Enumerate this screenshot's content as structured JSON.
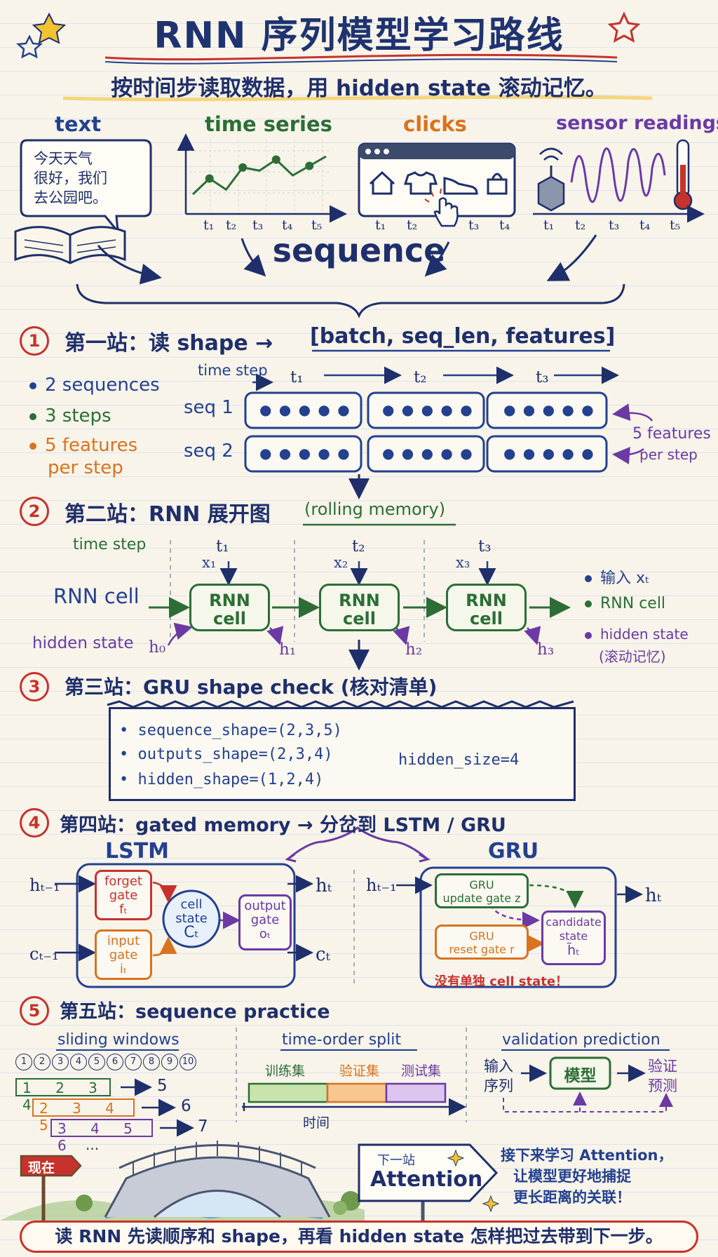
{
  "title": "RNN 序列模型学习路线",
  "subtitle": "按时间步读取数据，用 hidden state 滚动记忆。",
  "sources": {
    "text": {
      "label": "text",
      "bubble": [
        "今天天气",
        "很好，我们",
        "去公园吧。"
      ]
    },
    "time_series": {
      "label": "time series",
      "ticks": [
        "t₁",
        "t₂",
        "t₃",
        "t₄",
        "t₅"
      ],
      "values": [
        2.8,
        3.8,
        3.1,
        4.5,
        4.3,
        5.0,
        4.0,
        4.6,
        5.2
      ]
    },
    "clicks": {
      "label": "clicks",
      "ticks": [
        "t₁",
        "t₂",
        "t₃",
        "t₄"
      ]
    },
    "sensor": {
      "label": "sensor readings",
      "ticks": [
        "t₁",
        "t₂",
        "t₃",
        "t₄",
        "t₅"
      ]
    }
  },
  "sequence_label": "sequence",
  "s1": {
    "num": "1",
    "title": "第一站：读 shape →",
    "shape": "[batch, seq_len, features]",
    "bullets": [
      "2 sequences",
      "3 steps",
      "5 features",
      "per step"
    ],
    "time_step": "time step",
    "steps": [
      "t₁",
      "t₂",
      "t₃"
    ],
    "rows": [
      "seq 1",
      "seq 2"
    ],
    "dots": "● ● ● ● ●",
    "side_note": [
      "5 features",
      "per step"
    ]
  },
  "s2": {
    "num": "2",
    "title": "第二站：RNN 展开图",
    "title_note": "(rolling memory)",
    "time_step": "time step",
    "rnn_cell": "RNN cell",
    "hidden_state": "hidden state",
    "steps": [
      "t₁",
      "t₂",
      "t₃"
    ],
    "inputs": [
      "x₁",
      "x₂",
      "x₃"
    ],
    "cell_label": [
      "RNN",
      "cell"
    ],
    "h0": "h₀",
    "hidden": [
      "h₁",
      "h₂",
      "h₃"
    ],
    "legend": [
      "输入 xₜ",
      "RNN cell",
      "hidden state",
      "(滚动记忆)"
    ]
  },
  "s3": {
    "num": "3",
    "title": "第三站：GRU shape check (核对清单)",
    "items": [
      "• sequence_shape=(2,3,5)",
      "• outputs_shape=(2,3,4)",
      "• hidden_shape=(1,2,4)"
    ],
    "hidden_size": "hidden_size=4"
  },
  "s4": {
    "num": "4",
    "title": "第四站：gated memory → 分岔到 LSTM / GRU",
    "lstm": "LSTM",
    "gru": "GRU",
    "lstm_in": [
      "hₜ₋₁",
      "cₜ₋₁"
    ],
    "lstm_out": [
      "hₜ",
      "cₜ"
    ],
    "forget": [
      "forget",
      "gate",
      "fₜ"
    ],
    "input": [
      "input",
      "gate",
      "iₜ"
    ],
    "cell_state": [
      "cell",
      "state",
      "Cₜ"
    ],
    "output": [
      "output",
      "gate",
      "oₜ"
    ],
    "gru_in": "hₜ₋₁",
    "gru_out": "hₜ",
    "update": [
      "GRU",
      "update gate z"
    ],
    "reset": [
      "GRU",
      "reset gate r"
    ],
    "candidate": [
      "candidate",
      "state",
      "h̃ₜ"
    ],
    "note": "没有单独 cell state！"
  },
  "s5": {
    "num": "5",
    "title": "第五站：sequence practice",
    "sliding": "sliding windows",
    "split": "time-order split",
    "validation": "validation prediction",
    "circles": [
      "1",
      "2",
      "3",
      "4",
      "5",
      "6",
      "7",
      "8",
      "9",
      "10"
    ],
    "windows": [
      "1 2 3 4",
      "2 3 4 5",
      "3 4 5 6"
    ],
    "targets": [
      "5",
      "6",
      "7"
    ],
    "ellipsis": "...",
    "split_labels": [
      "训练集",
      "验证集",
      "测试集"
    ],
    "split_fracs": [
      0.4,
      0.3,
      0.3
    ],
    "time_axis": "时间",
    "val_in": [
      "输入",
      "序列"
    ],
    "model": "模型",
    "val_out": [
      "验证",
      "预测"
    ]
  },
  "bottom": {
    "now": "现在",
    "next_small": "下一站",
    "next_big": "Attention",
    "next_note": [
      "接下来学习 Attention，",
      "让模型更好地捕捉",
      "更长距离的关联！"
    ]
  },
  "footer": "读 RNN 先读顺序和 shape，再看 hidden state 怎样把过去带到下一步。"
}
